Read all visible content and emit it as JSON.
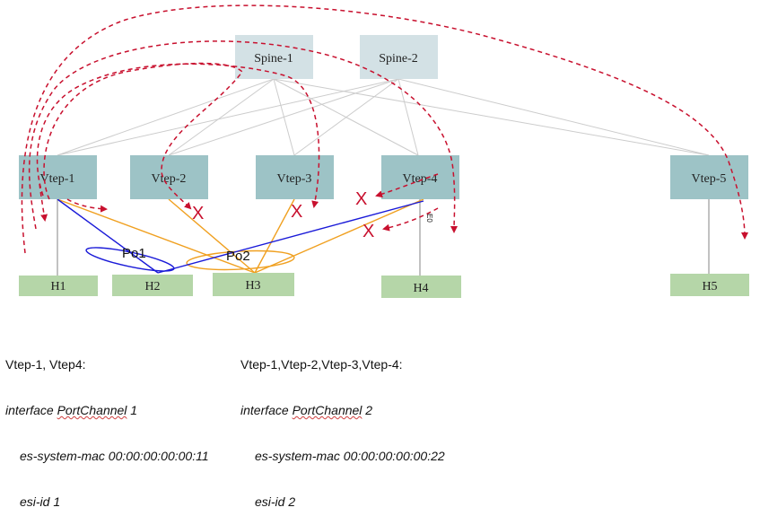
{
  "colors": {
    "spine_fill": "#d3e1e5",
    "vtep_fill": "#9dc3c6",
    "host_fill": "#b5d6a8",
    "fabric_link": "#cccccc",
    "access_link": "#999999",
    "po1_link": "#1a1ad8",
    "po2_link": "#f0a020",
    "flood_arrow": "#c8102e"
  },
  "spines": [
    {
      "id": "spine-1",
      "label": "Spine-1"
    },
    {
      "id": "spine-2",
      "label": "Spine-2"
    }
  ],
  "vteps": [
    {
      "id": "vtep-1",
      "label": "Vtep-1"
    },
    {
      "id": "vtep-2",
      "label": "Vtep-2"
    },
    {
      "id": "vtep-3",
      "label": "Vtep-3"
    },
    {
      "id": "vtep-4",
      "label": "Vtep-4"
    },
    {
      "id": "vtep-5",
      "label": "Vtep-5"
    }
  ],
  "hosts": [
    {
      "id": "h1",
      "label": "H1"
    },
    {
      "id": "h2",
      "label": "H2"
    },
    {
      "id": "h3",
      "label": "H3"
    },
    {
      "id": "h4",
      "label": "H4"
    },
    {
      "id": "h5",
      "label": "H5"
    }
  ],
  "port_channels": {
    "po1_label": "Po1",
    "po2_label": "Po2"
  },
  "port_label": "E0",
  "blocked_mark": "X",
  "config_left": {
    "header": "Vtep-1, Vtep4:",
    "interface_prefix": "interface ",
    "interface_name": "PortChannel",
    "interface_number": " 1",
    "line1": "es-system-mac 00:00:00:00:00:11",
    "line2": "esi-id 1"
  },
  "config_right": {
    "header": "Vtep-1,Vtep-2,Vtep-3,Vtep-4:",
    "interface_prefix": "interface ",
    "interface_name": "PortChannel",
    "interface_number": " 2",
    "line1": "es-system-mac 00:00:00:00:00:22",
    "line2": "esi-id 2"
  }
}
